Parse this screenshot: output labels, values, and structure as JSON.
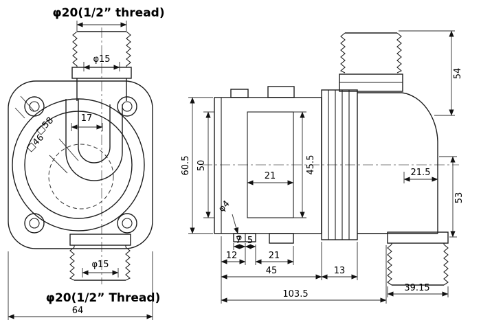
{
  "drawing": {
    "front": {
      "thread_top": "φ20(1/2” thread)",
      "bore_top": "φ15",
      "dim_17": "17",
      "square_58": "□58",
      "square_46": "□46",
      "bore_bottom": "φ15",
      "thread_bottom": "φ20(1/2” Thread)",
      "dim_64": "64"
    },
    "side": {
      "dim_60_5": "60.5",
      "dim_50": "50",
      "dim_45_5": "45.5",
      "dim_21_mid": "21",
      "hole_phi4": "φ4",
      "dim_7": "7",
      "dim_5": "5",
      "dim_12": "12",
      "dim_21_bottom": "21",
      "dim_45": "45",
      "dim_13": "13",
      "dim_103_5": "103.5",
      "dim_54": "54",
      "dim_21_5": "21.5",
      "dim_53": "53",
      "dim_39_15": "39.15"
    }
  }
}
